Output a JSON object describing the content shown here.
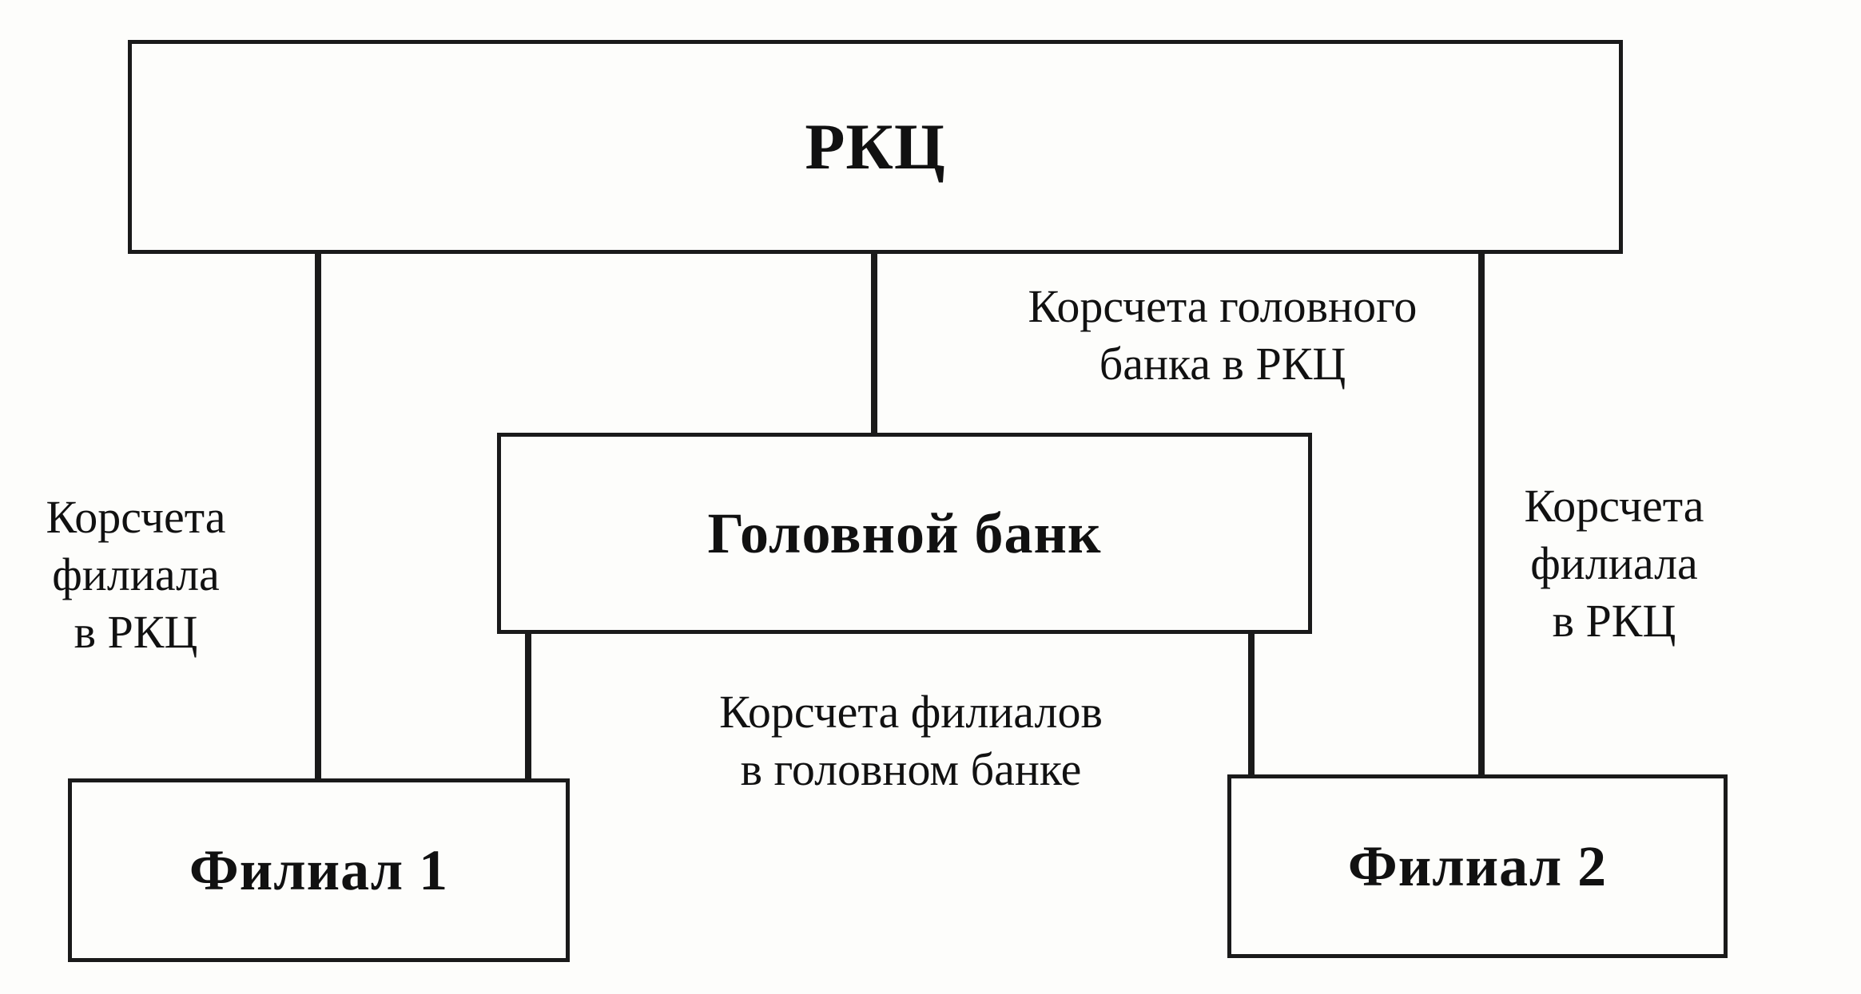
{
  "nodes": {
    "rkc": "РКЦ",
    "head_bank": "Головной банк",
    "branch1": "Филиал 1",
    "branch2": "Филиал 2"
  },
  "labels": {
    "head_bank_accounts": [
      "Корсчета головного",
      "банка в РКЦ"
    ],
    "branch1_accounts": [
      "Корсчета",
      "филиала",
      "в РКЦ"
    ],
    "branch2_accounts": [
      "Корсчета",
      "филиала",
      "в РКЦ"
    ],
    "branches_in_head": [
      "Корсчета филиалов",
      "в головном банке"
    ]
  }
}
